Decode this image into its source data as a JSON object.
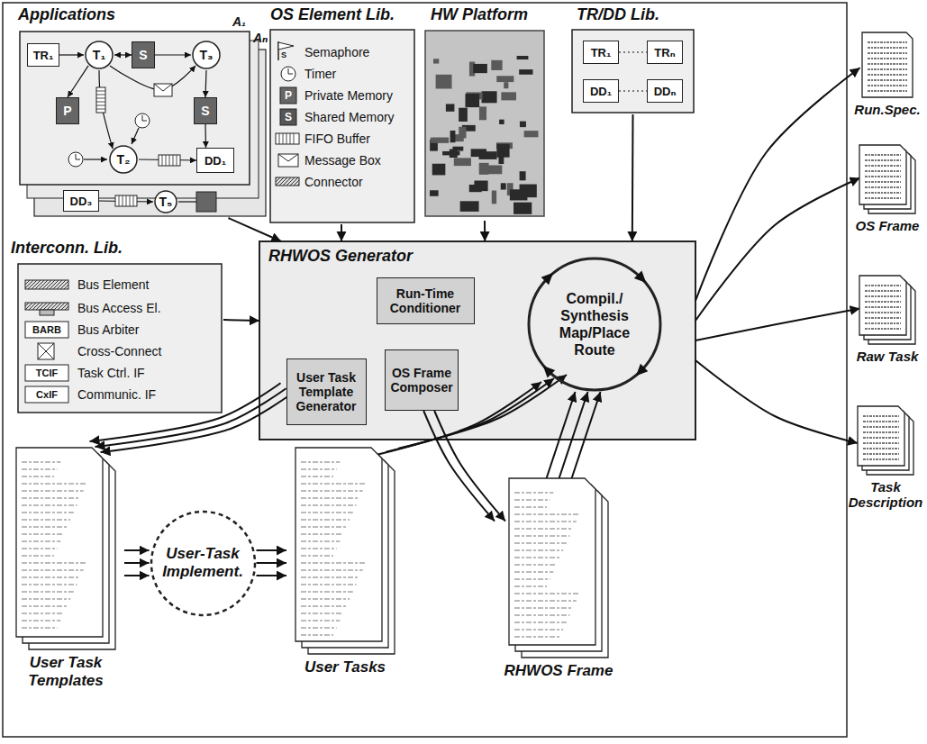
{
  "diagram": {
    "nodes": [
      {
        "text": [
          "Applications"
        ]
      },
      {
        "text": [
          "TR₁"
        ],
        "in": 0
      },
      {
        "text": [
          "T₁"
        ],
        "in": 0
      },
      {
        "text": [
          "S"
        ],
        "in": 0
      },
      {
        "text": [
          "T₃"
        ],
        "in": 0
      },
      {
        "text": [
          "P"
        ],
        "in": 0
      },
      {
        "text": [
          "S"
        ],
        "in": 0
      },
      {
        "text": [
          "T₂"
        ],
        "in": 0
      },
      {
        "text": [
          "DD₁"
        ],
        "in": 0
      },
      {
        "text": [
          "DD₃"
        ],
        "in": 0
      },
      {
        "text": [
          "T₅"
        ],
        "in": 0
      },
      {
        "text": [
          "OS Element Lib.",
          "Semaphore",
          "Timer",
          "Private Memory",
          "Shared Memory",
          "FIFO Buffer",
          "Message Box",
          "Connector"
        ]
      },
      {
        "text": [
          "HW Platform"
        ]
      },
      {
        "text": [
          "TR/DD Lib."
        ]
      },
      {
        "text": [
          "TR₁"
        ],
        "in": 13
      },
      {
        "text": [
          "TRₙ"
        ],
        "in": 13
      },
      {
        "text": [
          "DD₁"
        ],
        "in": 13
      },
      {
        "text": [
          "DDₙ"
        ],
        "in": 13
      },
      {
        "text": [
          "Interconn. Lib.",
          "Bus Element",
          "Bus Access El.",
          "Bus Arbiter",
          "Cross-Connect",
          "Task Ctrl. IF",
          "Communic. IF"
        ]
      },
      {
        "text": [
          "RHWOS Generator"
        ]
      },
      {
        "text": [
          "Run-Time Conditioner"
        ],
        "in": 19
      },
      {
        "text": [
          "User Task Template Generator"
        ],
        "in": 19
      },
      {
        "text": [
          "OS Frame Composer"
        ],
        "in": 19
      },
      {
        "text": [
          "Compil./ Synthesis Map/Place Route"
        ],
        "in": 19
      },
      {
        "text": [
          "User Task Templates"
        ]
      },
      {
        "text": [
          "User-Task Implement."
        ]
      },
      {
        "text": [
          "User Tasks"
        ]
      },
      {
        "text": [
          "RHWOS Frame"
        ]
      },
      {
        "text": [
          "Run.Spec."
        ]
      },
      {
        "text": [
          "OS Frame"
        ]
      },
      {
        "text": [
          "Raw Task"
        ]
      },
      {
        "text": [
          "Task Description"
        ]
      }
    ],
    "edges": [
      {
        "from": 1,
        "to": 2,
        "arrow": "to"
      },
      {
        "from": 2,
        "to": 3,
        "arrow": "both"
      },
      {
        "from": 3,
        "to": 4,
        "arrow": "to"
      },
      {
        "from": 2,
        "to": 4,
        "arrow": "to"
      },
      {
        "from": 2,
        "to": 5,
        "arrow": "to"
      },
      {
        "from": 2,
        "to": 7,
        "arrow": "to"
      },
      {
        "from": 4,
        "to": 6,
        "arrow": "to"
      },
      {
        "from": 6,
        "to": 8,
        "arrow": "to"
      },
      {
        "from": 7,
        "to": 8,
        "arrow": "to"
      },
      {
        "from": 9,
        "to": 10,
        "arrow": "to"
      },
      {
        "from": 14,
        "to": 15,
        "arrow": "none"
      },
      {
        "from": 16,
        "to": 17,
        "arrow": "none"
      },
      {
        "from": 0,
        "to": 19,
        "arrow": "to"
      },
      {
        "from": 11,
        "to": 19,
        "arrow": "to"
      },
      {
        "from": 12,
        "to": 19,
        "arrow": "to"
      },
      {
        "from": 13,
        "to": 19,
        "arrow": "to"
      },
      {
        "from": 18,
        "to": 19,
        "arrow": "to"
      },
      {
        "from": 21,
        "to": 24,
        "arrow": "to"
      },
      {
        "from": 24,
        "to": 25,
        "arrow": "to"
      },
      {
        "from": 25,
        "to": 26,
        "arrow": "to"
      },
      {
        "from": 26,
        "to": 23,
        "arrow": "to"
      },
      {
        "from": 22,
        "to": 27,
        "arrow": "to"
      },
      {
        "from": 27,
        "to": 23,
        "arrow": "to"
      },
      {
        "from": 19,
        "to": 28,
        "arrow": "to"
      },
      {
        "from": 19,
        "to": 29,
        "arrow": "to"
      },
      {
        "from": 19,
        "to": 30,
        "arrow": "to"
      },
      {
        "from": 19,
        "to": 31,
        "arrow": "to"
      }
    ],
    "labels": [
      "A₁",
      "Aₙ",
      "S",
      "P",
      "S",
      "BARB",
      "TCIF",
      "CxIF"
    ]
  }
}
